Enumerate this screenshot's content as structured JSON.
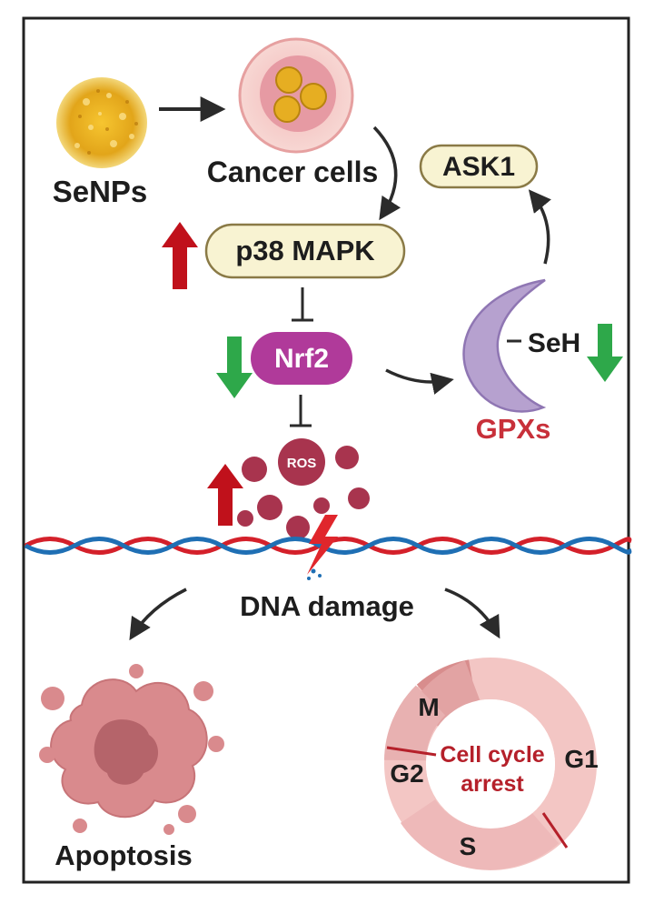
{
  "labels": {
    "senps": "SeNPs",
    "cancer_cells": "Cancer cells",
    "ask1": "ASK1",
    "p38": "p38 MAPK",
    "nrf2": "Nrf2",
    "seh": "SeH",
    "gpxs": "GPXs",
    "ros": "ROS",
    "dna_damage": "DNA damage",
    "apoptosis": "Apoptosis",
    "cell_cycle_line1": "Cell cycle",
    "cell_cycle_line2": "arrest",
    "phase_m": "M",
    "phase_g1": "G1",
    "phase_g2": "G2",
    "phase_s": "S"
  },
  "colors": {
    "up_arrow": "#c0111b",
    "down_arrow": "#2ea84a",
    "pill_fill": "#f8f3d2",
    "pill_stroke": "#8a7a46",
    "nrf2_fill": "#b03a9a",
    "gpx_fill": "#b6a1cf",
    "gpx_label": "#c8303a",
    "ros": "#a8344e",
    "dna_red": "#d4202a",
    "dna_blue": "#1f6fb4",
    "ring": "#ecbcbc",
    "ring_dark": "#d88d8d",
    "arrest_text": "#b5202a"
  },
  "regulation": {
    "p38_mapk": "up",
    "nrf2": "down",
    "gpxs": "down",
    "ros": "up"
  }
}
